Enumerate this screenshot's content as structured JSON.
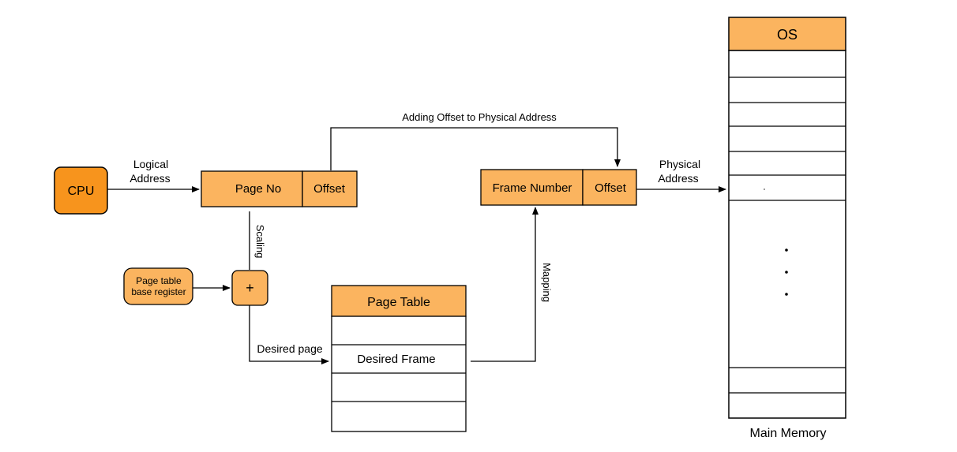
{
  "colors": {
    "box_fill": "#fbb45f",
    "cpu_fill": "#f7941d",
    "stroke": "#000000",
    "background": "#ffffff"
  },
  "cpu": {
    "label": "CPU"
  },
  "logical_address": {
    "label_line1": "Logical",
    "label_line2": "Address",
    "page_no": "Page No",
    "offset": "Offset"
  },
  "offset_path": {
    "label": "Adding Offset to Physical Address"
  },
  "physical_address": {
    "label_line1": "Physical",
    "label_line2": "Address",
    "frame_number": "Frame Number",
    "offset": "Offset"
  },
  "scaling": {
    "label": "Scaling"
  },
  "ptbr": {
    "label_line1": "Page table",
    "label_line2": "base register"
  },
  "adder": {
    "symbol": "+"
  },
  "desired_page": {
    "label": "Desired page"
  },
  "page_table": {
    "title": "Page Table",
    "rows": [
      "",
      "Desired Frame",
      "",
      ""
    ]
  },
  "mapping": {
    "label": "Mapping"
  },
  "main_memory": {
    "header": "OS",
    "caption": "Main Memory",
    "ellipsis": "•\n•\n•"
  }
}
